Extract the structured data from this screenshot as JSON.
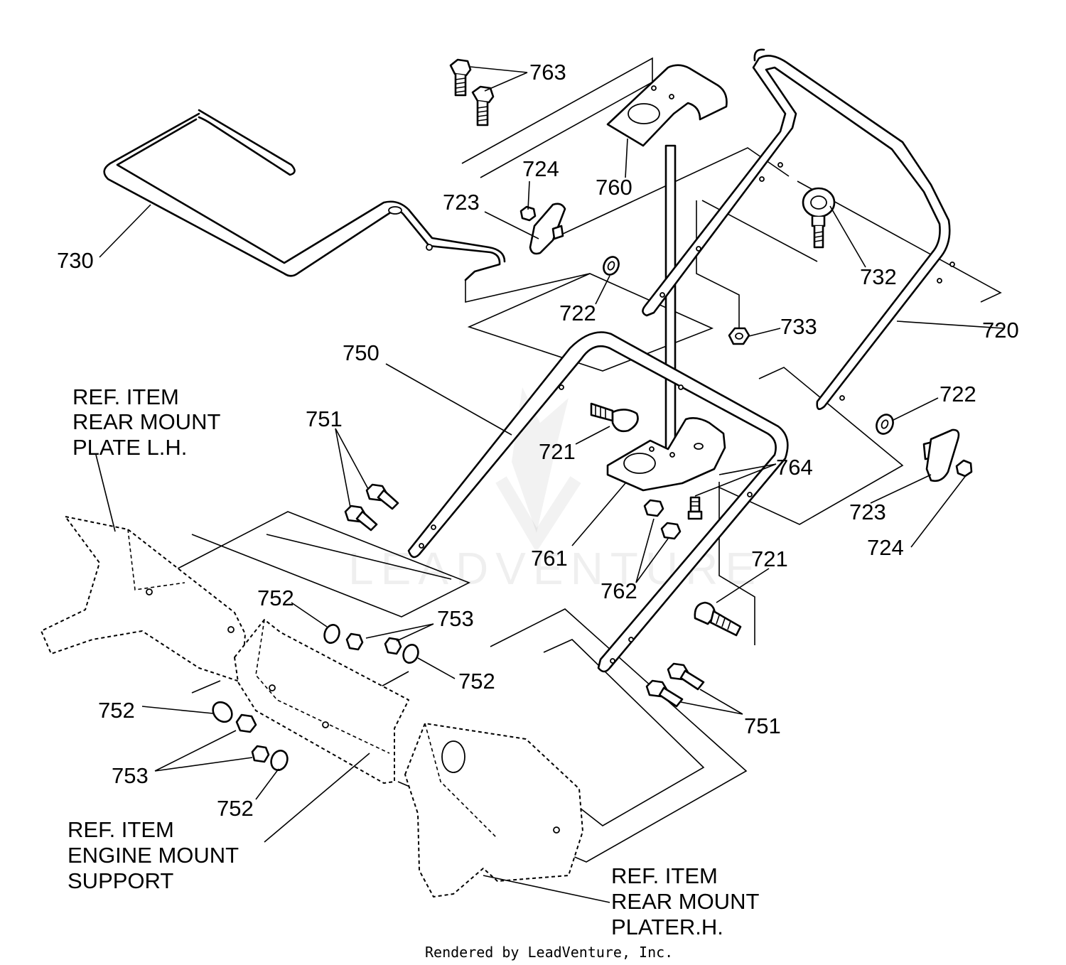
{
  "labels": {
    "p763": "763",
    "p724a": "724",
    "p760": "760",
    "p723a": "723",
    "p730": "730",
    "p732": "732",
    "p722a": "722",
    "p733": "733",
    "p720": "720",
    "p750": "750",
    "p722b": "722",
    "p751a": "751",
    "p721a": "721",
    "p764": "764",
    "p723b": "723",
    "p761": "761",
    "p724b": "724",
    "p721b": "721",
    "p762": "762",
    "p752a": "752",
    "p753a": "753",
    "p752b": "752",
    "p752c": "752",
    "p753b": "753",
    "p752d": "752",
    "p751b": "751"
  },
  "refs": {
    "rear_lh": [
      "REF. ITEM",
      "REAR MOUNT",
      "PLATE L.H."
    ],
    "engine": [
      "REF. ITEM",
      "ENGINE MOUNT",
      "SUPPORT"
    ],
    "rear_rh": [
      "REF. ITEM",
      "REAR MOUNT",
      "PLATER.H."
    ]
  },
  "watermark": "LEADVENTURE",
  "footer": "Rendered by LeadVenture, Inc."
}
